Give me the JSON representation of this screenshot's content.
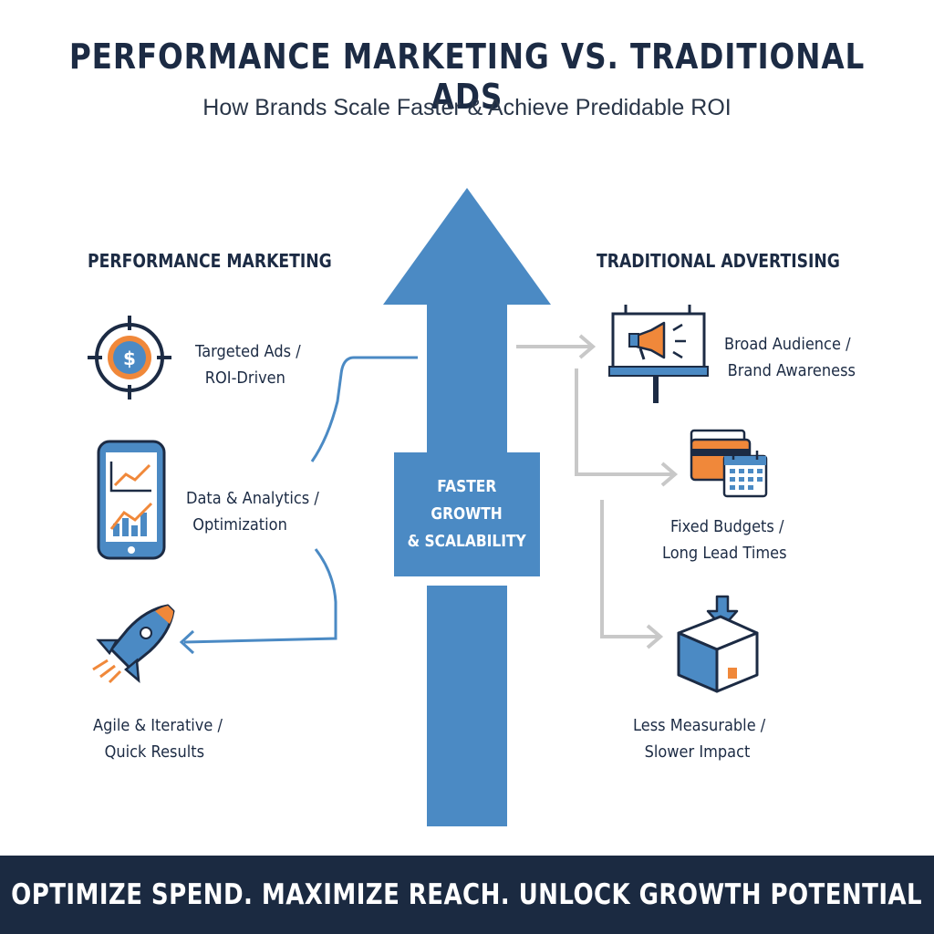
{
  "header": {
    "title": "PERFORMANCE MARKETING VS. TRADITIONAL ADS",
    "subtitle": "How Brands Scale Faster & Achieve Predidable ROI"
  },
  "left": {
    "heading": "PERFORMANCE MARKETING",
    "items": [
      {
        "line1": "Targeted Ads /",
        "line2": "ROI-Driven",
        "icon": "target-dollar-icon"
      },
      {
        "line1": "Data & Analytics /",
        "line2": "Optimization",
        "icon": "phone-chart-icon"
      },
      {
        "line1": "Agile & Iterative /",
        "line2": "Quick Results",
        "icon": "rocket-icon"
      }
    ]
  },
  "center": {
    "line1": "FASTER",
    "line2": "GROWTH",
    "line3": "& SCALABILITY"
  },
  "right": {
    "heading": "TRADITIONAL ADVERTISING",
    "items": [
      {
        "line1": "Broad Audience /",
        "line2": "Brand Awareness",
        "icon": "billboard-megaphone-icon"
      },
      {
        "line1": "Fixed Budgets /",
        "line2": "Long Lead Times",
        "icon": "credit-card-calendar-icon"
      },
      {
        "line1": "Less Measurable /",
        "line2": "Slower Impact",
        "icon": "box-download-icon"
      }
    ]
  },
  "footer": {
    "text": "OPTIMIZE SPEND. MAXIMIZE REACH. UNLOCK GROWTH POTENTIAL"
  },
  "colors": {
    "navy": "#1c2b44",
    "blue": "#4b8ac4",
    "orange": "#f0883a",
    "gray": "#c8c8c8",
    "footer_bg": "#1b2a41"
  }
}
